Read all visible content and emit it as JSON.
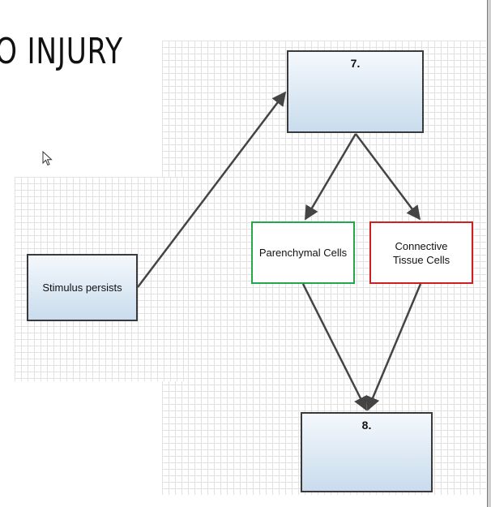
{
  "slide": {
    "title": "O INJURY"
  },
  "diagram": {
    "box_stimulus": "Stimulus persists",
    "box_top": "7.",
    "box_parenchymal": "Parenchymal Cells",
    "box_connective": "Connective Tissue Cells",
    "box_bottom": "8."
  },
  "colors": {
    "green_border": "#22a84b",
    "red_border": "#d01f1f",
    "box_fill": "#c9dced"
  },
  "icons": {
    "cursor": "mouse-pointer-icon"
  }
}
